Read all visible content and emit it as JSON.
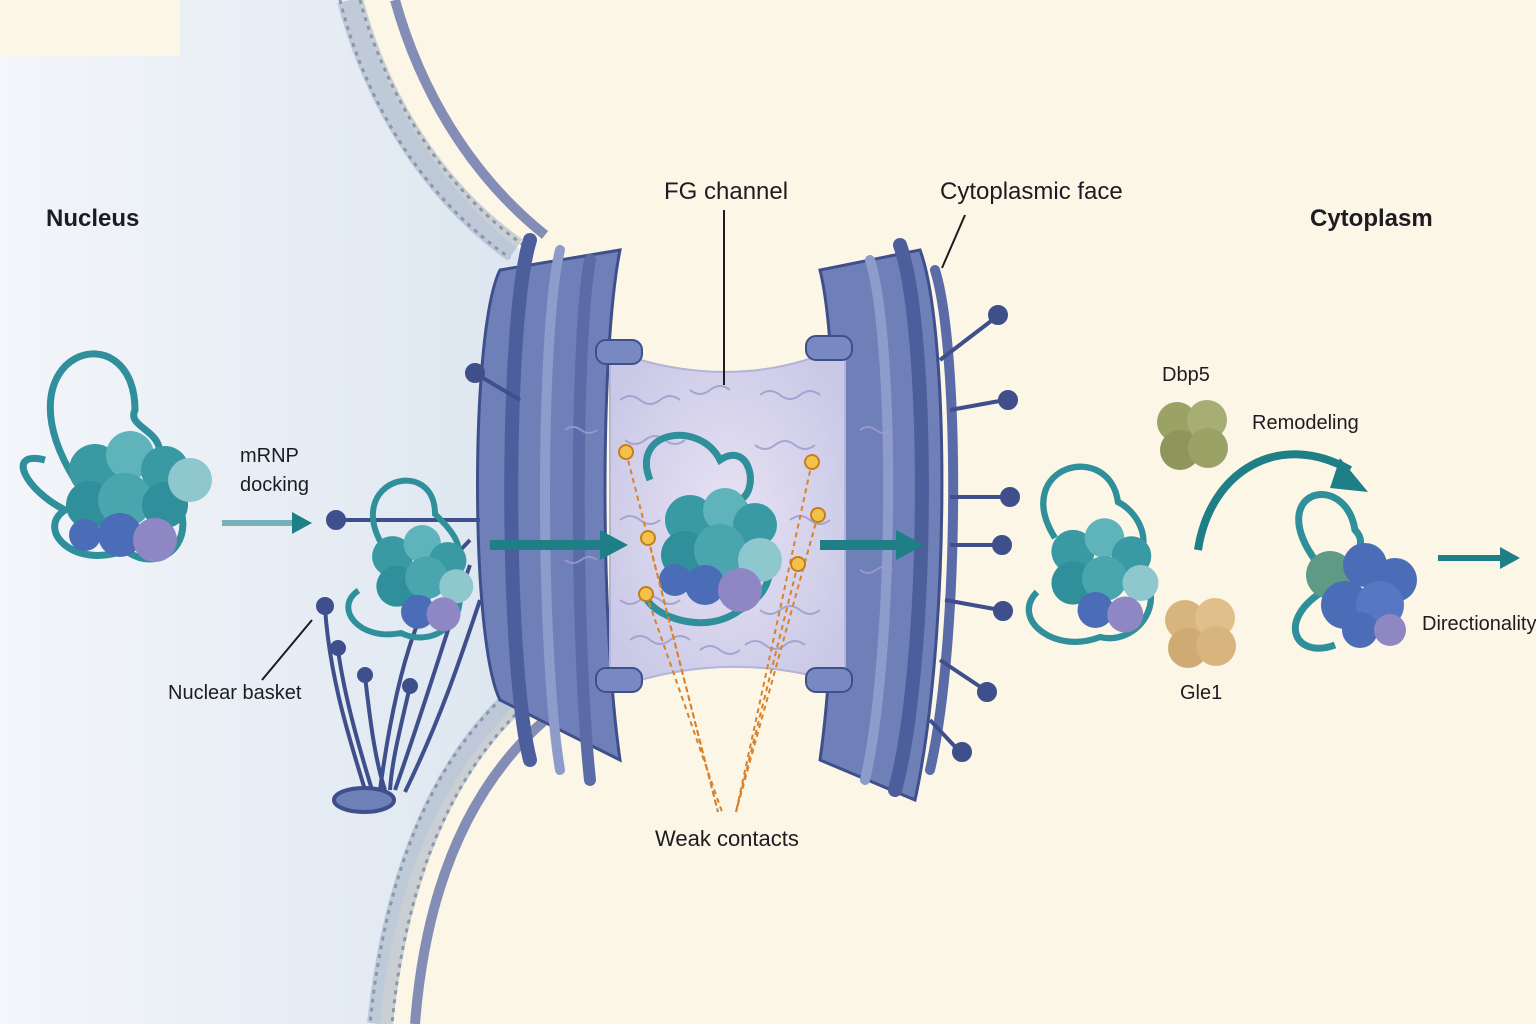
{
  "labels": {
    "nucleus": "Nucleus",
    "cytoplasm": "Cytoplasm",
    "mrnp_docking_line1": "mRNP",
    "mrnp_docking_line2": "docking",
    "nuclear_basket": "Nuclear basket",
    "fg_channel": "FG channel",
    "cytoplasmic_face": "Cytoplasmic face",
    "weak_contacts": "Weak contacts",
    "dbp5": "Dbp5",
    "gle1": "Gle1",
    "remodeling": "Remodeling",
    "directionality": "Directionality"
  },
  "colors": {
    "nucleus_bg": "#e6edf5",
    "cytoplasm_bg": "#fbf6e6",
    "pore_protein": "#6f80b8",
    "pore_dark": "#3f4f8c",
    "fg_channel": "#d9d6ef",
    "mrnp_teal": "#2f8f9a",
    "mrnp_light": "#8fc7cf",
    "mrnp_purple": "#8f86c4",
    "mrnp_blue": "#4b6db8",
    "arrow_teal": "#1f7f86",
    "contact_gold": "#e8b13a",
    "contact_line": "#d9822b",
    "dbp5": "#9aa266",
    "gle1": "#d9b57e"
  },
  "icons": [
    "mrnp-complex",
    "nuclear-pore-complex",
    "nuclear-basket",
    "fg-repeats",
    "weak-contact-dot",
    "dbp5-protein",
    "gle1-protein",
    "flow-arrow"
  ]
}
